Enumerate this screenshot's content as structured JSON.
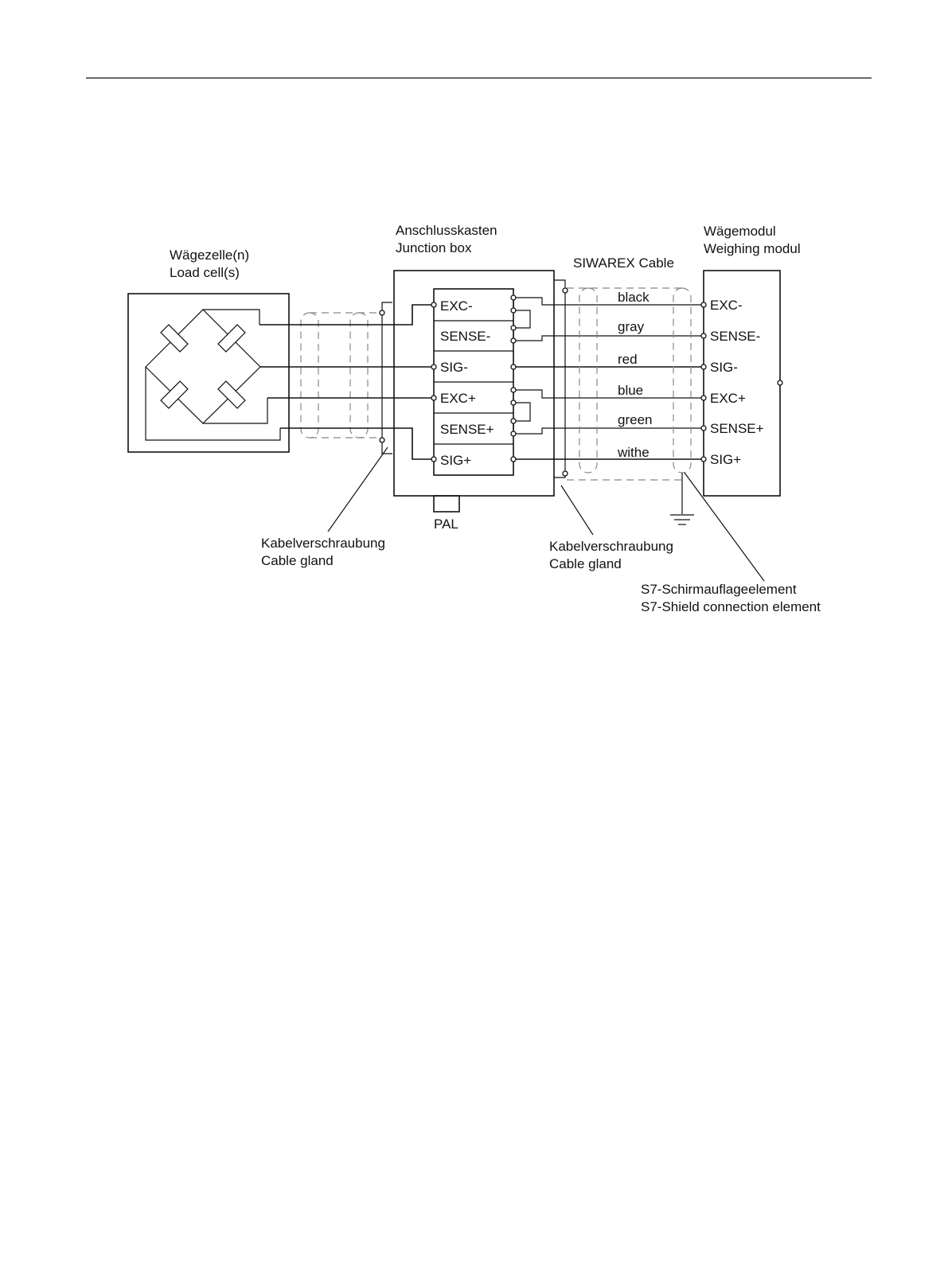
{
  "labels": {
    "load_cell_de": "Wägezelle(n)",
    "load_cell_en": "Load cell(s)",
    "junction_de": "Anschlusskasten",
    "junction_en": "Junction box",
    "siwarex_cable": "SIWAREX Cable",
    "module_de": "Wägemodul",
    "module_en": "Weighing modul",
    "pal": "PAL",
    "gland_left_de": "Kabelverschraubung",
    "gland_left_en": "Cable gland",
    "gland_right_de": "Kabelverschraubung",
    "gland_right_en": "Cable gland",
    "shield_de": "S7-Schirmauflageelement",
    "shield_en": "S7-Shield connection element"
  },
  "junction_terminals": [
    "EXC-",
    "SENSE-",
    "SIG-",
    "EXC+",
    "SENSE+",
    "SIG+"
  ],
  "wire_colors": [
    "black",
    "gray",
    "red",
    "blue",
    "green",
    "withe"
  ],
  "module_terminals": [
    "EXC-",
    "SENSE-",
    "SIG-",
    "EXC+",
    "SENSE+",
    "SIG+"
  ]
}
